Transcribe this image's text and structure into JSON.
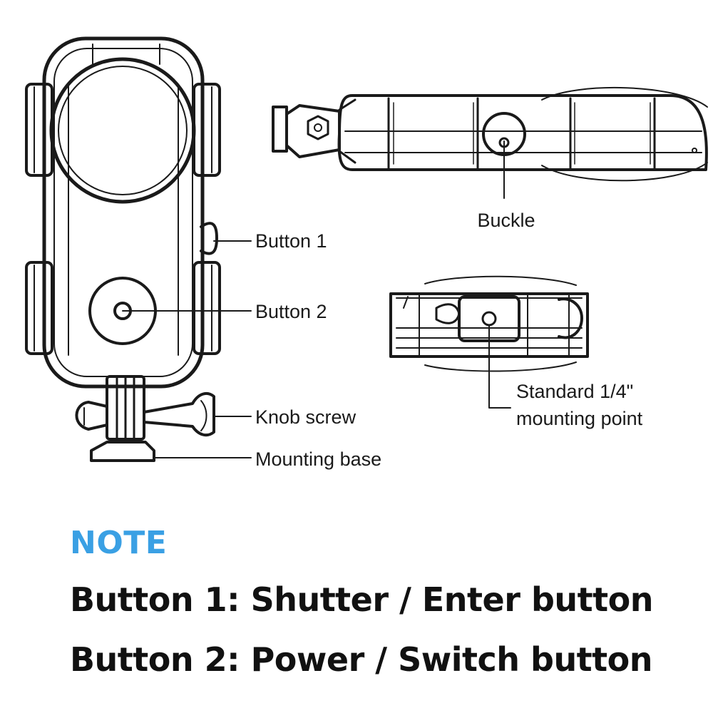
{
  "labels": {
    "button1": "Button 1",
    "button2": "Button 2",
    "knob_screw": "Knob screw",
    "mounting_base": "Mounting base",
    "buckle": "Buckle",
    "mount_point_line1": "Standard 1/4\"",
    "mount_point_line2": "mounting point"
  },
  "note": {
    "title": "NOTE",
    "lines": [
      "Button 1: Shutter / Enter button",
      "Button 2: Power / Switch button"
    ]
  },
  "colors": {
    "note_title": "#3aa0e4",
    "text": "#111111",
    "line_art": "#1a1a1a"
  }
}
